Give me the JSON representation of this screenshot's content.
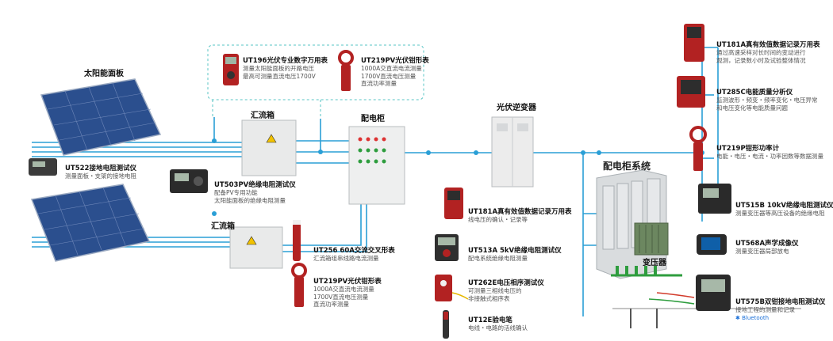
{
  "colors": {
    "line": "#2a9fd6",
    "green": "#2e9d3e",
    "red": "#d23b2b",
    "box": "#e9eaea",
    "dash": "#57c4c4"
  },
  "labels": {
    "solar_panel": "太阳能面板",
    "combiner1": "汇流箱",
    "combiner2": "汇流箱",
    "distribution_cabinet": "配电柜",
    "pv_inverter": "光伏逆变器",
    "cabinet_system": "配电柜系统",
    "transformer": "变压器"
  },
  "devices": {
    "ut196": {
      "title": "UT196光伏专业数字万用表",
      "desc": [
        "测量太阳能面板的开路电压",
        "最高可测量直流电压1700V"
      ]
    },
    "ut219pv_top": {
      "title": "UT219PV光伏钳形表",
      "desc": [
        "1000A交直流电流测量",
        "1700V直流电压测量",
        "直流功率测量"
      ]
    },
    "ut522": {
      "title": "UT522接地电阻测试仪",
      "desc": [
        "测量面板・支架的接地电阻"
      ]
    },
    "ut503pv": {
      "title": "UT503PV绝缘电阻测试仪",
      "desc": [
        "配备PV专用功能",
        "太阳能面板的绝缘电阻测量"
      ]
    },
    "ut256": {
      "title": "UT256 60A交流交叉形表",
      "desc": [
        "汇流箱组串线路电流测量"
      ]
    },
    "ut219pv_bottom": {
      "title": "UT219PV光伏钳形表",
      "desc": [
        "1000A交直流电流测量",
        "1700V直流电压测量",
        "直流功率测量"
      ]
    },
    "ut181a_top": {
      "title": "UT181A真有效值数据记录万用表",
      "desc": [
        "通过高速采样对长时间的变动进行",
        "观测，记录数小时及试验整体情况"
      ]
    },
    "ut285c": {
      "title": "UT285C电能质量分析仪",
      "desc": [
        "监测波形・频变・频率变化・电压异常",
        "和电压变化等电能质量问题"
      ]
    },
    "ut219p": {
      "title": "UT219P钳形功率计",
      "desc": [
        "电能・电压・电流・功率因数等数据测量"
      ]
    },
    "ut181a_mid": {
      "title": "UT181A真有效值数据记录万用表",
      "desc": [
        "线电压的确认・记录等"
      ]
    },
    "ut513a": {
      "title": "UT513A 5kV绝缘电阻测试仪",
      "desc": [
        "配电系统绝缘电阻测量"
      ]
    },
    "ut262e": {
      "title": "UT262E电压相序测试仪",
      "desc": [
        "可测量三相线电压的",
        "非接触式相序表"
      ]
    },
    "ut12e": {
      "title": "UT12E验电笔",
      "desc": [
        "电线・电路的活线确认"
      ]
    },
    "ut515b": {
      "title": "UT515B 10kV绝缘电阻测试仪",
      "desc": [
        "测量变压器等高压设备的绝缘电阻"
      ]
    },
    "ut568a": {
      "title": "UT568A声学成像仪",
      "desc": [
        "测量变压器局部放电"
      ]
    },
    "ut575b": {
      "title": "UT575B双钳接地电阻测试仪",
      "desc": [
        "接地工程的测量和记录"
      ],
      "badge": "Bluetooth"
    }
  }
}
